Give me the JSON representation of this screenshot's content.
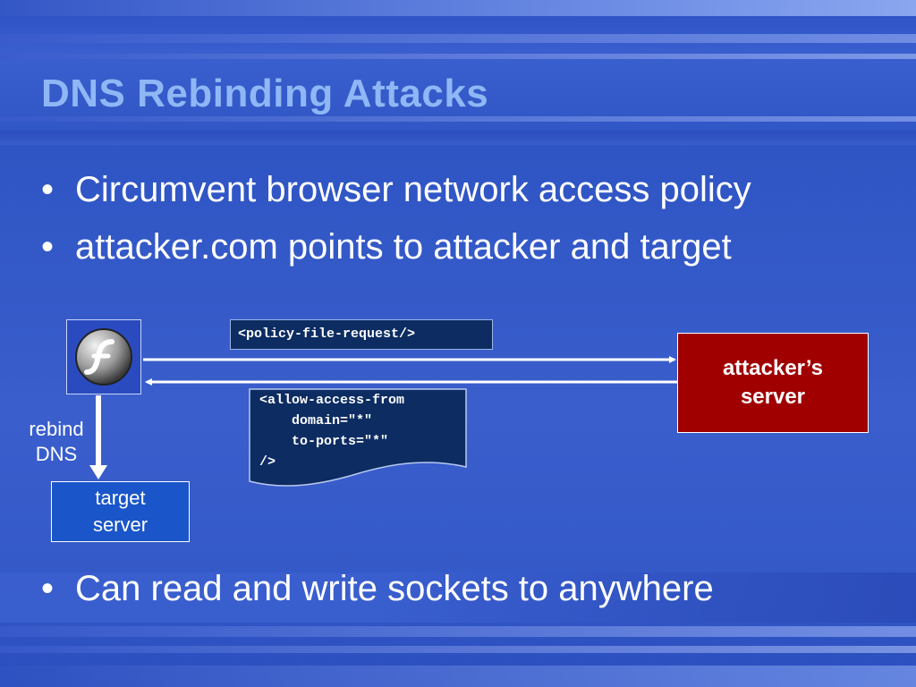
{
  "slide": {
    "title": "DNS Rebinding Attacks",
    "bullets": [
      "Circumvent browser network access policy",
      "attacker.com points to attacker and target"
    ],
    "bottom_bullet": "Can read and write sockets to anywhere",
    "bullet_glyph": "•"
  },
  "diagram": {
    "flash_icon": "flash-player-icon",
    "request_label": "<policy-file-request/>",
    "policy_response_lines": [
      "<allow-access-from",
      "    domain=\"*\"",
      "    to-ports=\"*\"",
      "/>"
    ],
    "attacker_server": [
      "attacker’s",
      "server"
    ],
    "target_server": [
      "target",
      "server"
    ],
    "rebind_label": [
      "rebind",
      "DNS"
    ]
  },
  "colors": {
    "background": "#3457c6",
    "title": "#8fb7f5",
    "attacker_box": "#a10000",
    "target_box": "#1a56c9",
    "code_box": "#0c2c62"
  }
}
